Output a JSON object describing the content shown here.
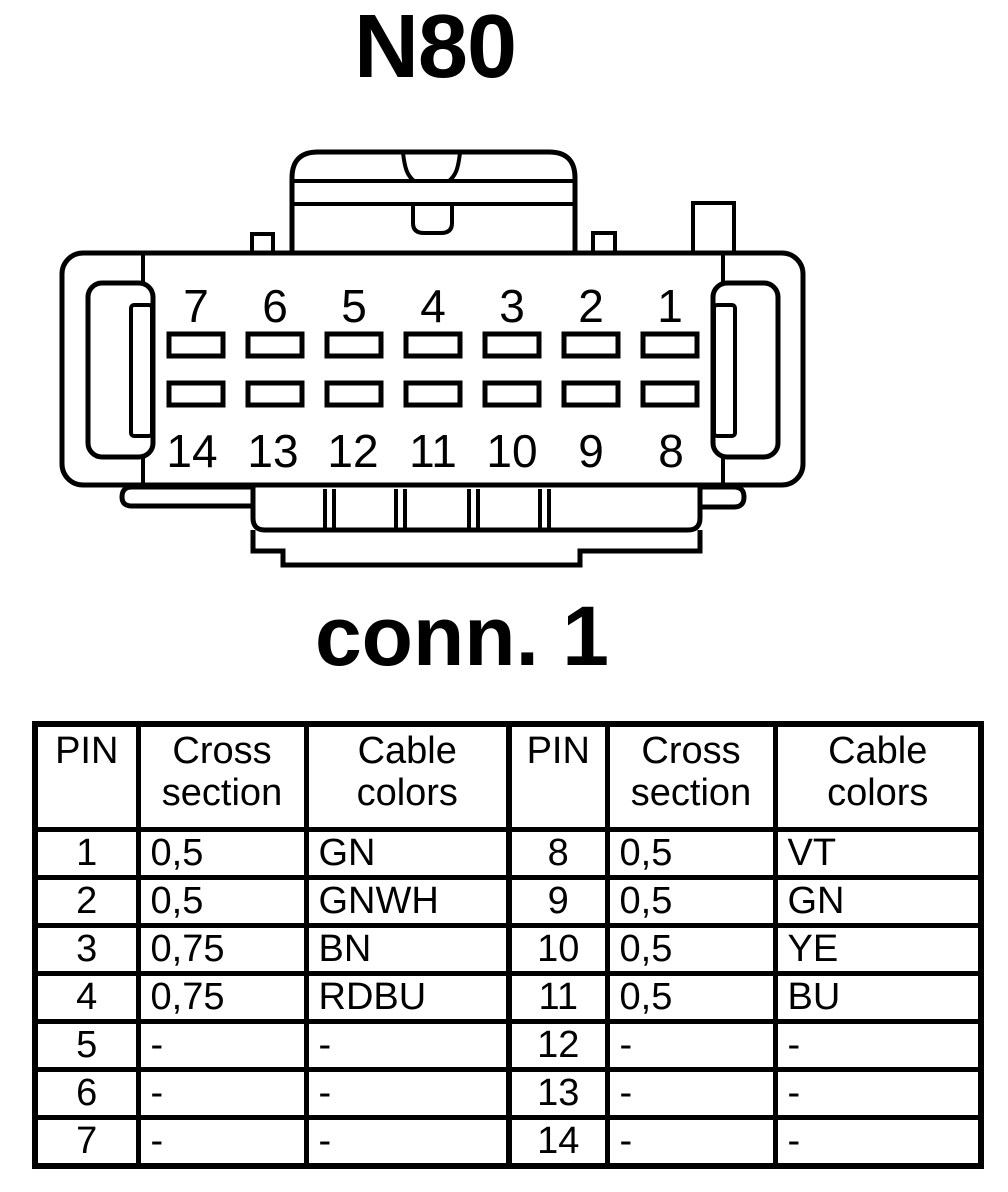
{
  "title": "N80",
  "connector": {
    "caption": "conn. 1",
    "top_pins": [
      "7",
      "6",
      "5",
      "4",
      "3",
      "2",
      "1"
    ],
    "bottom_pins": [
      "14",
      "13",
      "12",
      "11",
      "10",
      "9",
      "8"
    ]
  },
  "table": {
    "headers": {
      "pin": "PIN",
      "cross_section": "Cross\nsection",
      "cable_colors": "Cable\ncolors"
    },
    "left_rows": [
      {
        "pin": "1",
        "cross": "0,5",
        "color": "GN"
      },
      {
        "pin": "2",
        "cross": "0,5",
        "color": "GNWH"
      },
      {
        "pin": "3",
        "cross": "0,75",
        "color": "BN"
      },
      {
        "pin": "4",
        "cross": "0,75",
        "color": "RDBU"
      },
      {
        "pin": "5",
        "cross": "-",
        "color": "-"
      },
      {
        "pin": "6",
        "cross": "-",
        "color": "-"
      },
      {
        "pin": "7",
        "cross": "-",
        "color": "-"
      }
    ],
    "right_rows": [
      {
        "pin": "8",
        "cross": "0,5",
        "color": "VT"
      },
      {
        "pin": "9",
        "cross": "0,5",
        "color": "GN"
      },
      {
        "pin": "10",
        "cross": "0,5",
        "color": "YE"
      },
      {
        "pin": "11",
        "cross": "0,5",
        "color": "BU"
      },
      {
        "pin": "12",
        "cross": "-",
        "color": "-"
      },
      {
        "pin": "13",
        "cross": "-",
        "color": "-"
      },
      {
        "pin": "14",
        "cross": "-",
        "color": "-"
      }
    ]
  },
  "colors": {
    "ink": "#000000",
    "paper": "#ffffff"
  }
}
